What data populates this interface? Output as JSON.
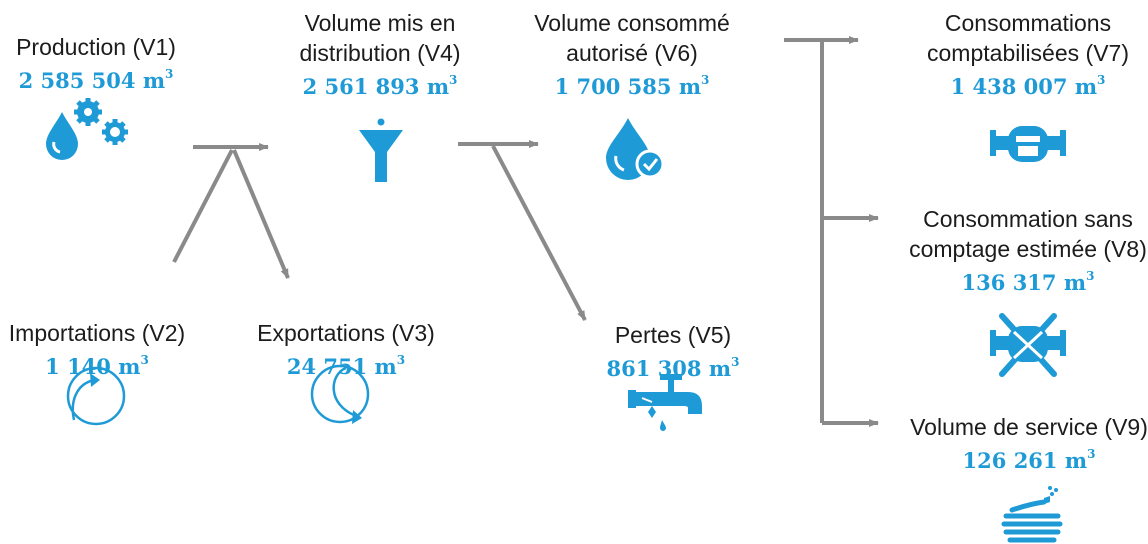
{
  "nodes": {
    "v1": {
      "label_lines": [
        "Production (V1)"
      ],
      "value": "2 585 504",
      "unit": "m",
      "exp": "3"
    },
    "v2": {
      "label_lines": [
        "Importations (V2)"
      ],
      "value": "1 140",
      "unit": "m",
      "exp": "3"
    },
    "v3": {
      "label_lines": [
        "Exportations (V3)"
      ],
      "value": "24 751",
      "unit": "m",
      "exp": "3"
    },
    "v4": {
      "label_lines": [
        "Volume mis en",
        "distribution (V4)"
      ],
      "value": "2 561 893",
      "unit": "m",
      "exp": "3"
    },
    "v5": {
      "label_lines": [
        "Pertes (V5)"
      ],
      "value": "861 308",
      "unit": "m",
      "exp": "3"
    },
    "v6": {
      "label_lines": [
        "Volume consommé",
        "autorisé (V6)"
      ],
      "value": "1 700 585",
      "unit": "m",
      "exp": "3"
    },
    "v7": {
      "label_lines": [
        "Consommations",
        "comptabilisées (V7)"
      ],
      "value": "1 438 007",
      "unit": "m",
      "exp": "3"
    },
    "v8": {
      "label_lines": [
        "Consommation sans",
        "comptage estimée (V8)"
      ],
      "value": "136 317",
      "unit": "m",
      "exp": "3"
    },
    "v9": {
      "label_lines": [
        "Volume de service (V9)"
      ],
      "value": "126 261",
      "unit": "m",
      "exp": "3"
    }
  },
  "icons": {
    "v1": "water-drop-gears-icon",
    "v2": "circular-arrow-in-icon",
    "v3": "circular-arrow-out-icon",
    "v4": "funnel-icon",
    "v5": "leaking-faucet-icon",
    "v6": "drop-check-icon",
    "v7": "water-meter-icon",
    "v8": "crossed-valve-icon",
    "v9": "hose-reel-icon"
  },
  "colors": {
    "accent": "#1e9ad6",
    "arrow": "#8a8a8a",
    "text": "#1c1c1c"
  }
}
